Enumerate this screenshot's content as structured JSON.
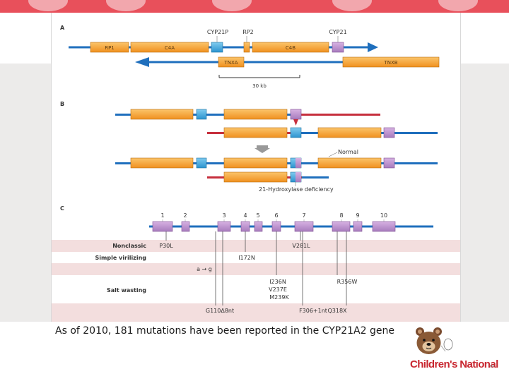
{
  "panels": {
    "a": "A",
    "b": "B",
    "c": "C"
  },
  "panel_a": {
    "upper_labels": [
      "CYP21P",
      "RP2",
      "CYP21"
    ],
    "strand_labels": [
      "RP1",
      "C4A",
      "C4B"
    ],
    "lower_labels": [
      "TNXA",
      "TNXB"
    ],
    "scale_label": "30 kb"
  },
  "panel_b": {
    "normal_label": "Normal",
    "deficiency_label": "21-Hydroxylase deficiency"
  },
  "panel_c": {
    "exons": [
      "1",
      "2",
      "3",
      "4",
      "5",
      "6",
      "7",
      "8",
      "9",
      "10"
    ],
    "rows": [
      "Nonclassic",
      "Simple virilizing",
      "Salt wasting"
    ],
    "mutations": {
      "p30l": "P30L",
      "v281l": "V281L",
      "i172n": "I172N",
      "ag": "a → g",
      "i236n": "I236N",
      "v237e": "V237E",
      "m239k": "M239K",
      "r356w": "R356W",
      "g110": "G110Δ8nt",
      "f306": "F306+1nt",
      "q318x": "Q318X"
    }
  },
  "caption": "As of 2010, 181 mutations have been reported in the CYP21A2 gene",
  "logo": {
    "name": "Children's National",
    "tm": "TM"
  },
  "colors": {
    "accent": "#e8505b",
    "strand": "#1f6fbd",
    "gene_orange": "#f5a035",
    "gene_purple": "#b98ac8",
    "gene_blue": "#3fa9dc",
    "mutant_red": "#c62f3d",
    "row_pink": "#f3dede",
    "logo_red": "#c8262f"
  }
}
